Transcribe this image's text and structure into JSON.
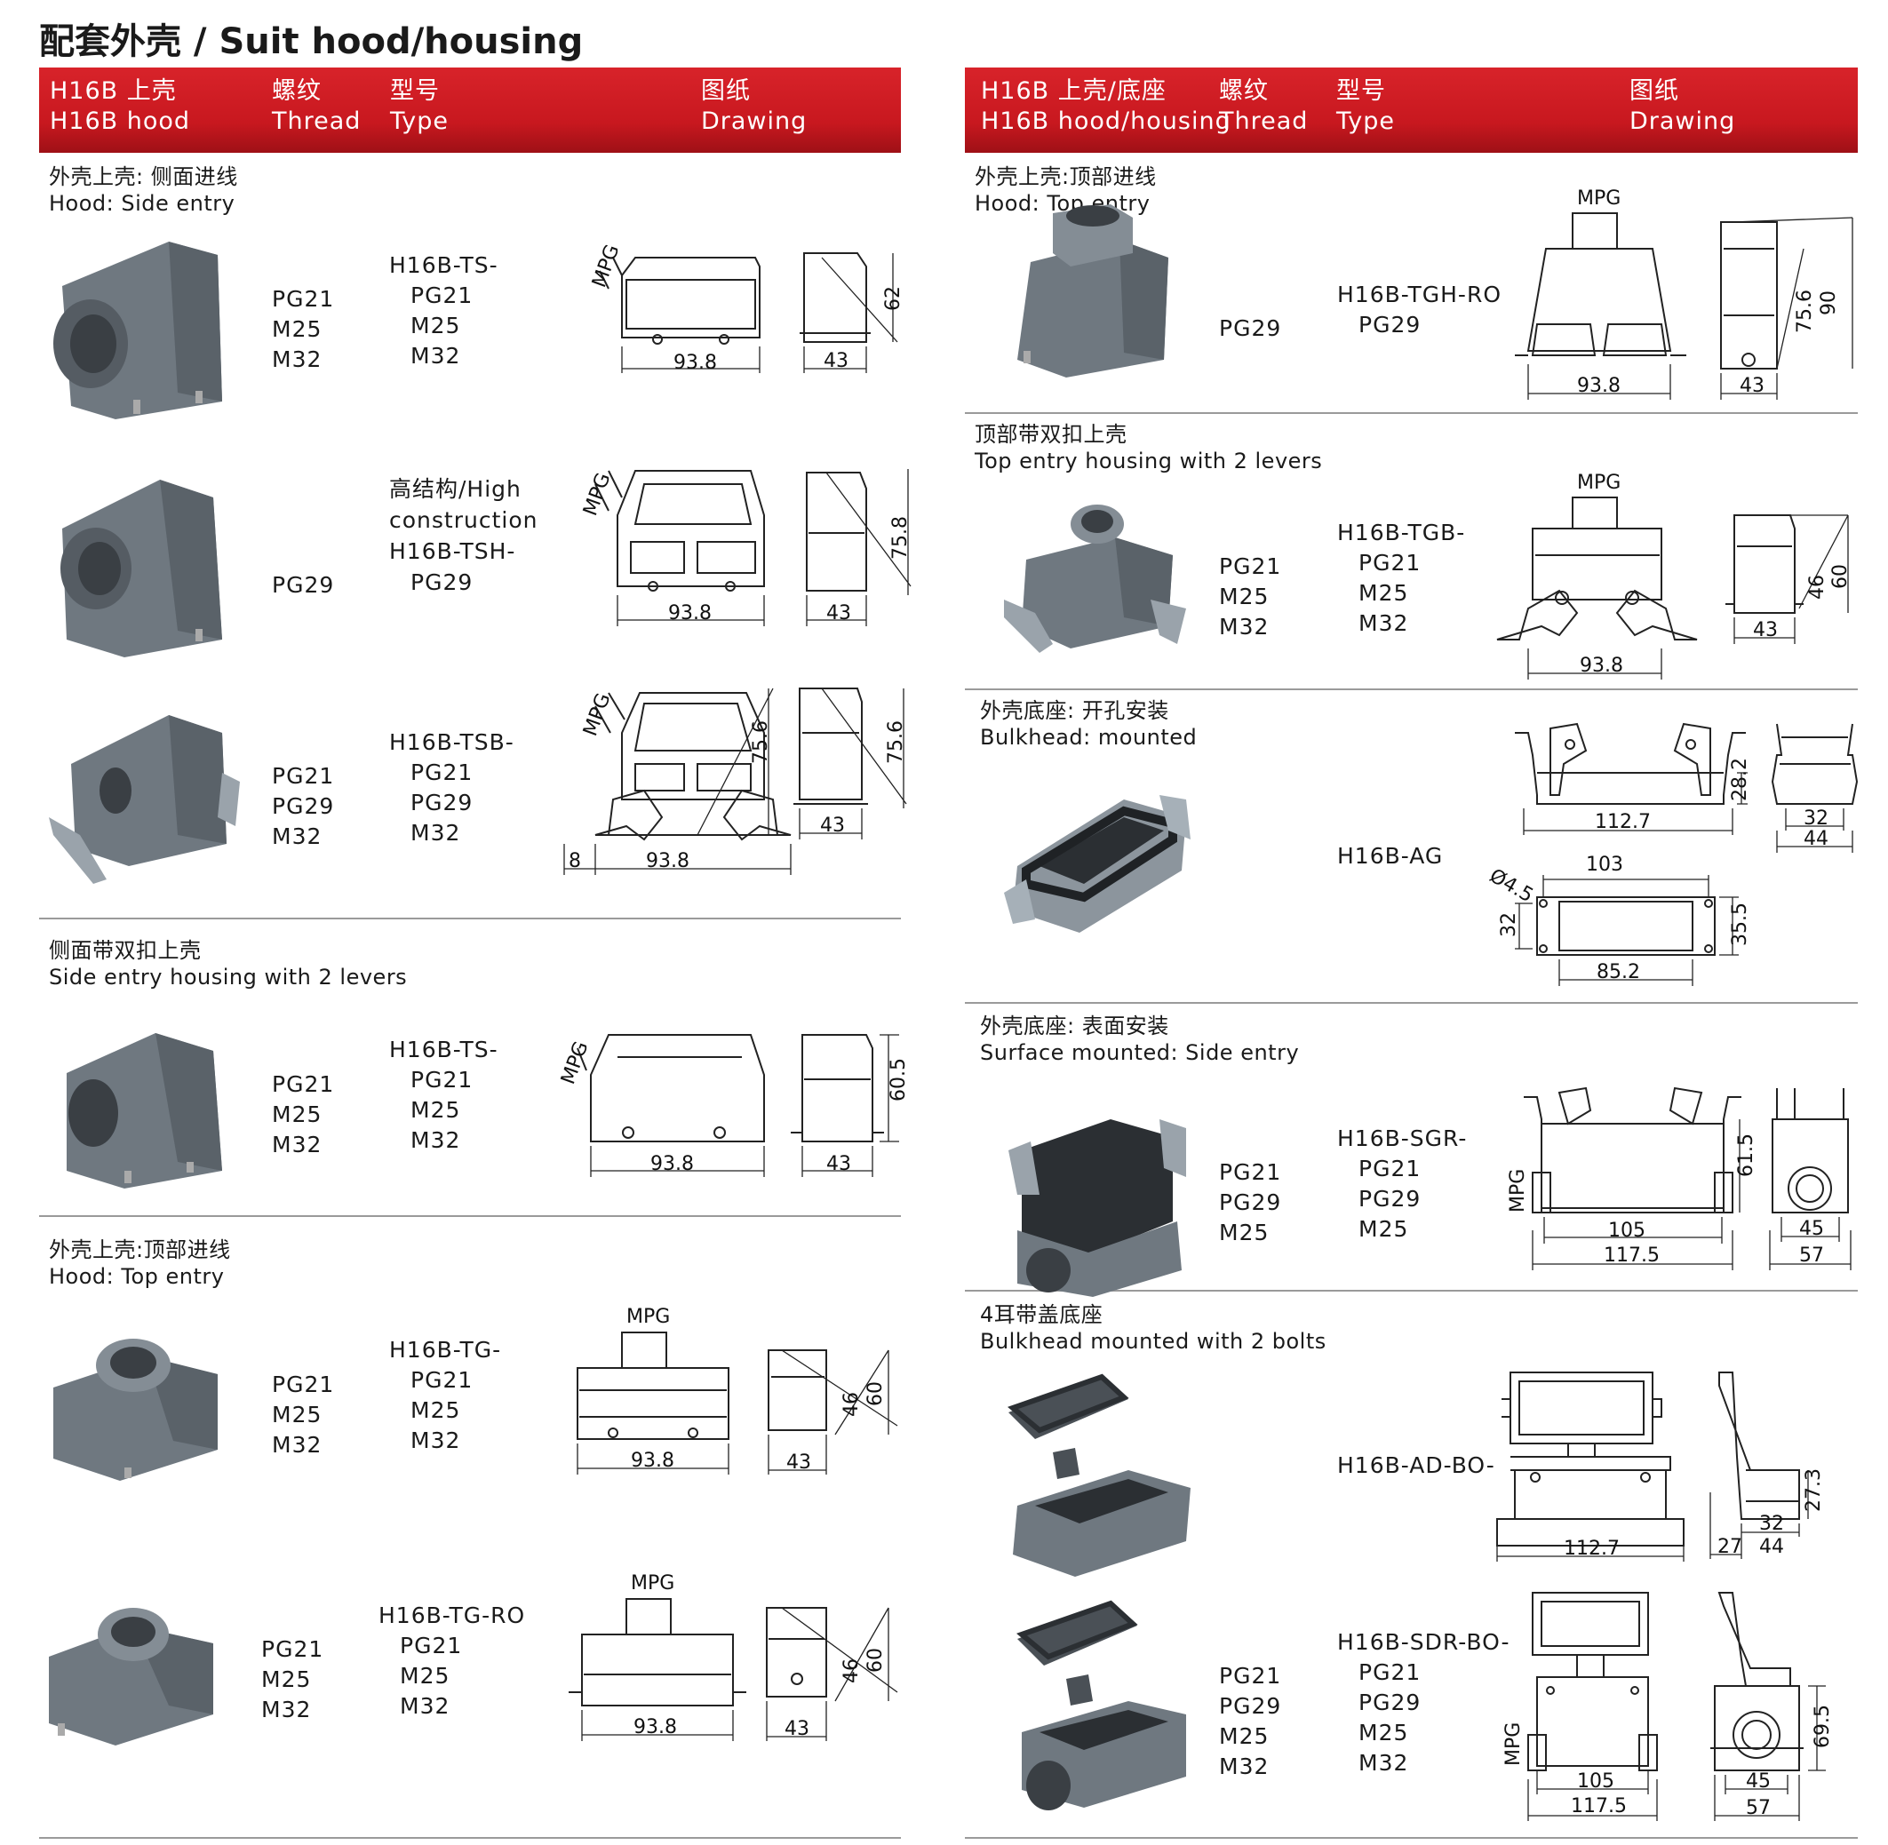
{
  "title": "配套外壳 / Suit hood/housing",
  "left_header": {
    "col1_cn": "H16B 上壳",
    "col1_en": "H16B hood",
    "col2_cn": "螺纹",
    "col2_en": "Thread",
    "col3_cn": "型号",
    "col3_en": "Type",
    "col4_cn": "图纸",
    "col4_en": "Drawing"
  },
  "right_header": {
    "col1_cn": "H16B 上壳/底座",
    "col1_en": "H16B hood/housing",
    "col2_cn": "螺纹",
    "col2_en": "Thread",
    "col3_cn": "型号",
    "col3_en": "Type",
    "col4_cn": "图纸",
    "col4_en": "Drawing"
  },
  "sections": {
    "hood_side": {
      "cn": "外壳上壳: 侧面进线",
      "en": "Hood: Side entry"
    },
    "side_levers": {
      "cn": "侧面带双扣上壳",
      "en": "Side entry housing with 2 levers"
    },
    "hood_top_left": {
      "cn": "外壳上壳:顶部进线",
      "en": "Hood: Top entry"
    },
    "hood_top_right": {
      "cn": "外壳上壳:顶部进线",
      "en": "Hood: Top entry"
    },
    "top_levers": {
      "cn": "顶部带双扣上壳",
      "en": "Top entry housing with 2 levers"
    },
    "bulkhead": {
      "cn": "外壳底座: 开孔安装",
      "en": "Bulkhead: mounted"
    },
    "surface": {
      "cn": "外壳底座: 表面安装",
      "en": "Surface mounted: Side entry"
    },
    "bulkhead_bolts": {
      "cn": "4耳带盖底座",
      "en": "Bulkhead mounted with 2 bolts"
    }
  },
  "products": {
    "ts": {
      "threads": [
        "PG21",
        "M25",
        "M32"
      ],
      "type": "H16B-TS-",
      "type_threads": [
        "PG21",
        "M25",
        "M32"
      ],
      "dims": {
        "mpg": "MPG",
        "w": "93.8",
        "d": "43",
        "h": "62"
      }
    },
    "tsh": {
      "note1": "高结构/High",
      "note2": "construction",
      "type": "H16B-TSH-",
      "threads": [
        "PG29"
      ],
      "type_threads": [
        "PG29"
      ],
      "dims": {
        "mpg": "MPG",
        "w": "93.8",
        "d": "43",
        "h": "75.8"
      }
    },
    "tsb": {
      "threads": [
        "PG21",
        "PG29",
        "M32"
      ],
      "type": "H16B-TSB-",
      "type_threads": [
        "PG21",
        "PG29",
        "M32"
      ],
      "dims": {
        "mpg": "MPG",
        "w": "93.8",
        "d": "43",
        "h": "75.6",
        "h2": "75.6",
        "e": "8"
      }
    },
    "ts2": {
      "threads": [
        "PG21",
        "M25",
        "M32"
      ],
      "type": "H16B-TS-",
      "type_threads": [
        "PG21",
        "M25",
        "M32"
      ],
      "dims": {
        "mpg": "MPG",
        "w": "93.8",
        "d": "43",
        "h": "60.5"
      }
    },
    "tg": {
      "threads": [
        "PG21",
        "M25",
        "M32"
      ],
      "type": "H16B-TG-",
      "type_threads": [
        "PG21",
        "M25",
        "M32"
      ],
      "dims": {
        "mpg": "MPG",
        "w": "93.8",
        "d": "43",
        "h1": "46",
        "h2": "60"
      }
    },
    "tgro": {
      "threads": [
        "PG21",
        "M25",
        "M32"
      ],
      "type": "H16B-TG-RO",
      "type_threads": [
        "PG21",
        "M25",
        "M32"
      ],
      "dims": {
        "mpg": "MPG",
        "w": "93.8",
        "d": "43",
        "h1": "46",
        "h2": "60"
      }
    },
    "tghro": {
      "threads": [
        "PG29"
      ],
      "type": "H16B-TGH-RO",
      "type_threads": [
        "PG29"
      ],
      "dims": {
        "mpg": "MPG",
        "w": "93.8",
        "d": "43",
        "h1": "75.6",
        "h2": "90"
      }
    },
    "tgb": {
      "threads": [
        "PG21",
        "M25",
        "M32"
      ],
      "type": "H16B-TGB-",
      "type_threads": [
        "PG21",
        "M25",
        "M32"
      ],
      "dims": {
        "mpg": "MPG",
        "w": "93.8",
        "d": "43",
        "h1": "46",
        "h2": "60"
      }
    },
    "ag": {
      "type": "H16B-AG",
      "dims": {
        "w": "112.7",
        "h": "28.2",
        "d1": "32",
        "d2": "44",
        "hole": "Ø4.5",
        "cw": "103",
        "ch": "32",
        "ch2": "35.5",
        "cw2": "85.2"
      }
    },
    "sgr": {
      "threads": [
        "PG21",
        "PG29",
        "M25"
      ],
      "type": "H16B-SGR-",
      "type_threads": [
        "PG21",
        "PG29",
        "M25"
      ],
      "dims": {
        "mpg": "MPG",
        "w1": "105",
        "w2": "117.5",
        "h": "61.5",
        "d1": "45",
        "d2": "57"
      }
    },
    "adbo": {
      "type": "H16B-AD-BO-",
      "dims": {
        "w": "112.7",
        "h": "27.3",
        "d1": "32",
        "d2": "44",
        "d3": "27"
      }
    },
    "sdrbo": {
      "threads": [
        "PG21",
        "PG29",
        "M25",
        "M32"
      ],
      "type": "H16B-SDR-BO-",
      "type_threads": [
        "PG21",
        "PG29",
        "M25",
        "M32"
      ],
      "dims": {
        "mpg": "MPG",
        "w1": "105",
        "w2": "117.5",
        "h": "69.5",
        "d1": "45",
        "d2": "57"
      }
    }
  },
  "colors": {
    "header_red": "#c8181f",
    "housing_gray": "#6f7880",
    "rule_gray": "#9a9a9a"
  }
}
